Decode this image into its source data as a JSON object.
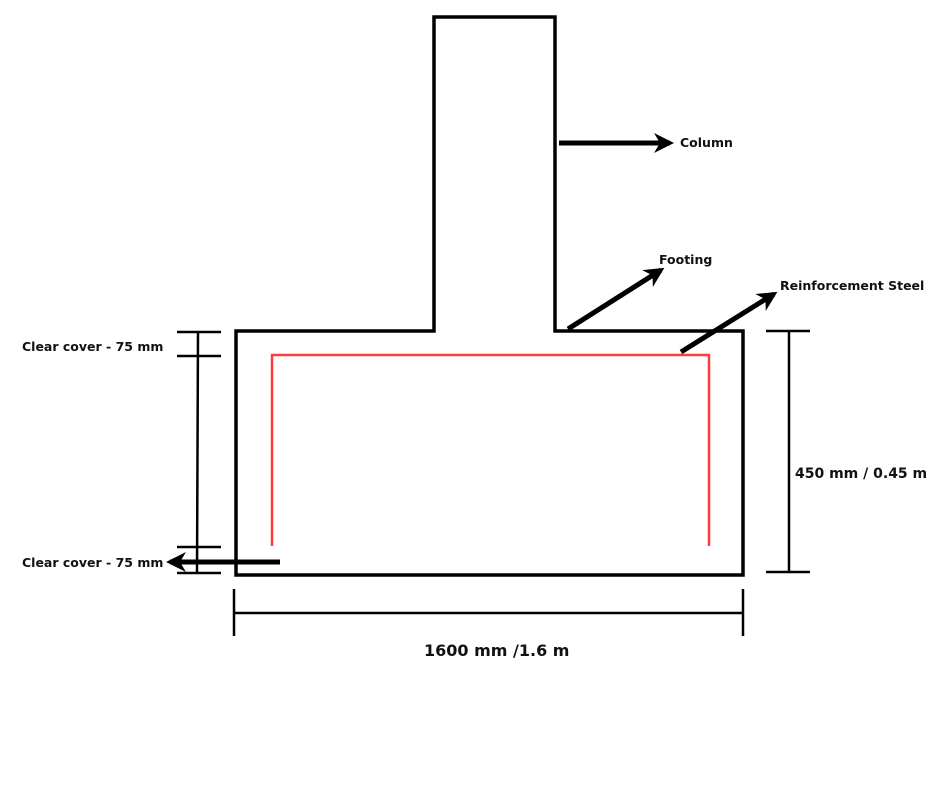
{
  "labels": {
    "column": "Column",
    "footing": "Footing",
    "reinforcement": "Reinforcement Steel",
    "clear_cover_top": "Clear cover - 75 mm",
    "clear_cover_bottom": "Clear cover - 75 mm",
    "depth": "450 mm / 0.45 m",
    "width": "1600 mm /1.6 m"
  },
  "colors": {
    "outline": "#000000",
    "rebar": "#ff3b3b"
  }
}
